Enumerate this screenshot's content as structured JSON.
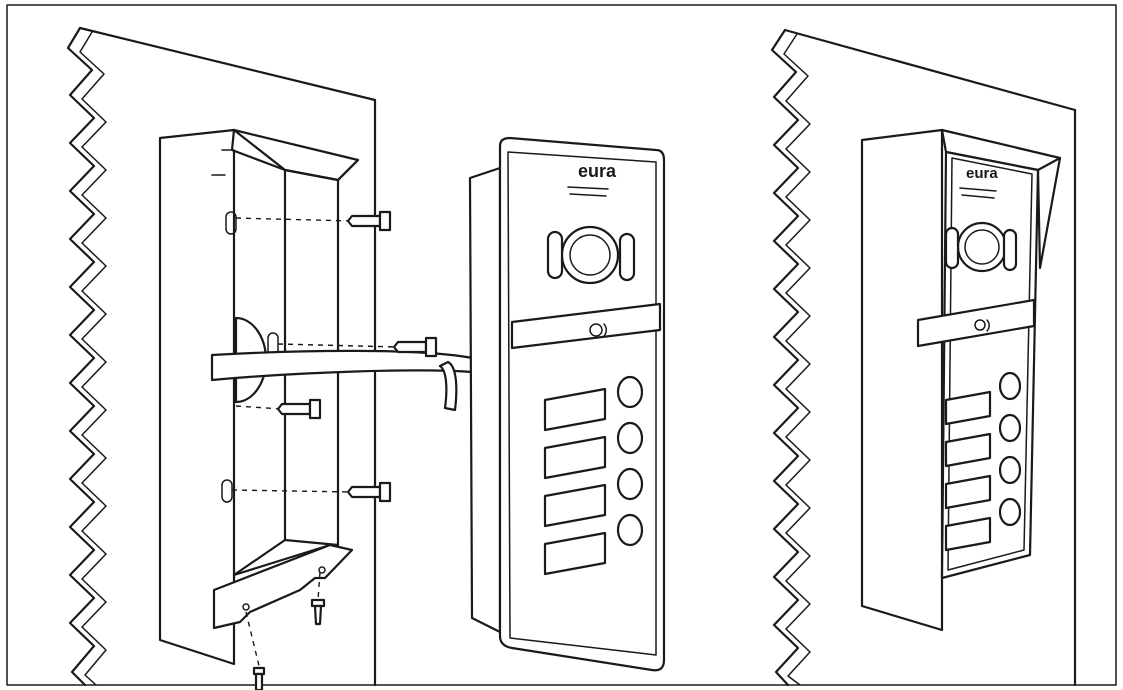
{
  "figure": {
    "brand_logo_text": "eura",
    "panels": [
      "installation-exploded-view",
      "installation-assembled-view"
    ],
    "call_buttons_count": 4
  }
}
